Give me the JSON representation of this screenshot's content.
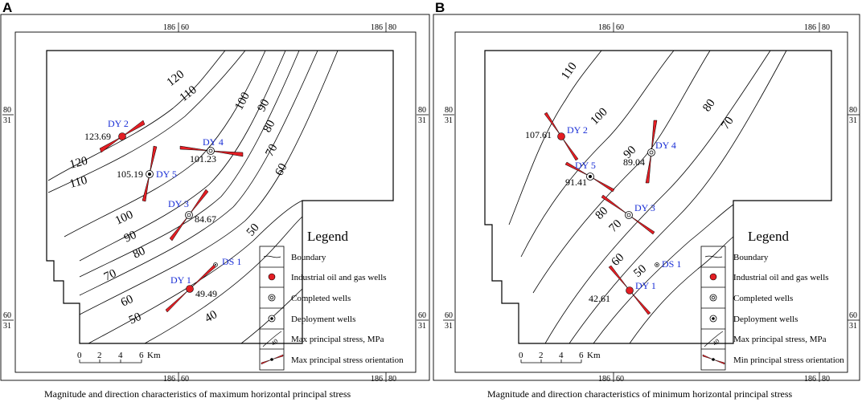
{
  "figure": {
    "panels": [
      {
        "letter": "A",
        "caption": "Magnitude and direction characteristics of maximum horizontal principal stress",
        "coords": {
          "top_left": "186",
          "top_left_b": "60",
          "top_right": "186",
          "top_right_b": "80",
          "side_upper_a": "80",
          "side_upper_b": "31",
          "side_lower_a": "60",
          "side_lower_b": "31"
        },
        "contour_labels": [
          "120",
          "110",
          "120",
          "110",
          "100",
          "90",
          "80",
          "70",
          "60",
          "50",
          "100",
          "90",
          "80",
          "70",
          "60",
          "50",
          "40"
        ],
        "wells": [
          {
            "name": "DY 2",
            "value": "123.69",
            "type": "industrial"
          },
          {
            "name": "DY 4",
            "value": "101.23",
            "type": "completed"
          },
          {
            "name": "DY 5",
            "value": "105.19",
            "type": "deployment"
          },
          {
            "name": "DY 3",
            "value": "84.67",
            "type": "completed"
          },
          {
            "name": "DS 1",
            "value": "",
            "type": "small"
          },
          {
            "name": "DY 1",
            "value": "49.49",
            "type": "industrial"
          }
        ],
        "scale": {
          "ticks": [
            "0",
            "2",
            "4",
            "6"
          ],
          "unit": "Km"
        },
        "legend": {
          "title": "Legend",
          "items": [
            "Boundary",
            "Industrial oil and gas wells",
            "Completed wells",
            "Deployment wells",
            "Max principal stress, MPa",
            "Max principal stress orientation"
          ],
          "sample_value": "40"
        }
      },
      {
        "letter": "B",
        "caption": "Magnitude and direction characteristics of minimum horizontal principal stress",
        "coords": {
          "top_left": "186",
          "top_left_b": "60",
          "top_right": "186",
          "top_right_b": "80",
          "side_upper_a": "80",
          "side_upper_b": "31",
          "side_lower_a": "60",
          "side_lower_b": "31"
        },
        "contour_labels": [
          "110",
          "100",
          "90",
          "80",
          "70",
          "60",
          "50",
          "80",
          "70"
        ],
        "wells": [
          {
            "name": "DY 2",
            "value": "107.61",
            "type": "industrial"
          },
          {
            "name": "DY 4",
            "value": "89.04",
            "type": "completed"
          },
          {
            "name": "DY 5",
            "value": "91.41",
            "type": "deployment"
          },
          {
            "name": "DY 3",
            "value": "",
            "type": "completed"
          },
          {
            "name": "DS 1",
            "value": "",
            "type": "small"
          },
          {
            "name": "DY 1",
            "value": "42.61",
            "type": "industrial"
          }
        ],
        "scale": {
          "ticks": [
            "0",
            "2",
            "4",
            "6"
          ],
          "unit": "Km"
        },
        "legend": {
          "title": "Legend",
          "items": [
            "Boundary",
            "Industrial oil and gas wells",
            "Completed wells",
            "Deployment wells",
            "Max principal stress, MPa",
            "Min principal stress orientation"
          ],
          "sample_value": "40"
        }
      }
    ],
    "colors": {
      "well_red": "#e31e24",
      "label_blue": "#1a2fd6",
      "line": "#000000"
    }
  }
}
